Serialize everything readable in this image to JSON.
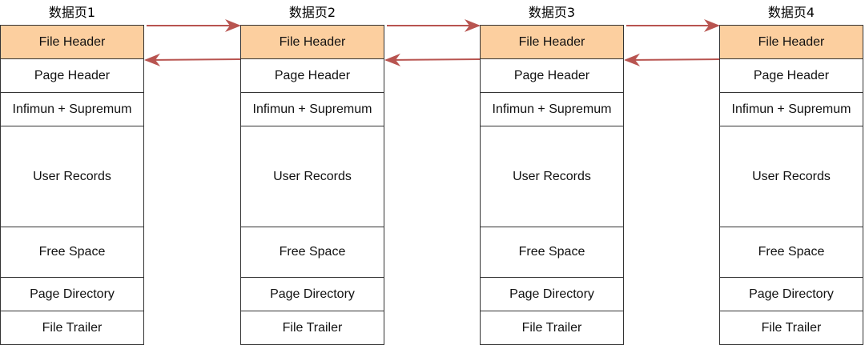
{
  "pages": [
    {
      "title": "数据页1"
    },
    {
      "title": "数据页2"
    },
    {
      "title": "数据页3"
    },
    {
      "title": "数据页4"
    }
  ],
  "sections": [
    "File Header",
    "Page Header",
    "Infimun + Supremum",
    "User Records",
    "Free Space",
    "Page Directory",
    "File Trailer"
  ],
  "colors": {
    "header_fill": "#fccf9f",
    "arrow": "#b85450"
  }
}
